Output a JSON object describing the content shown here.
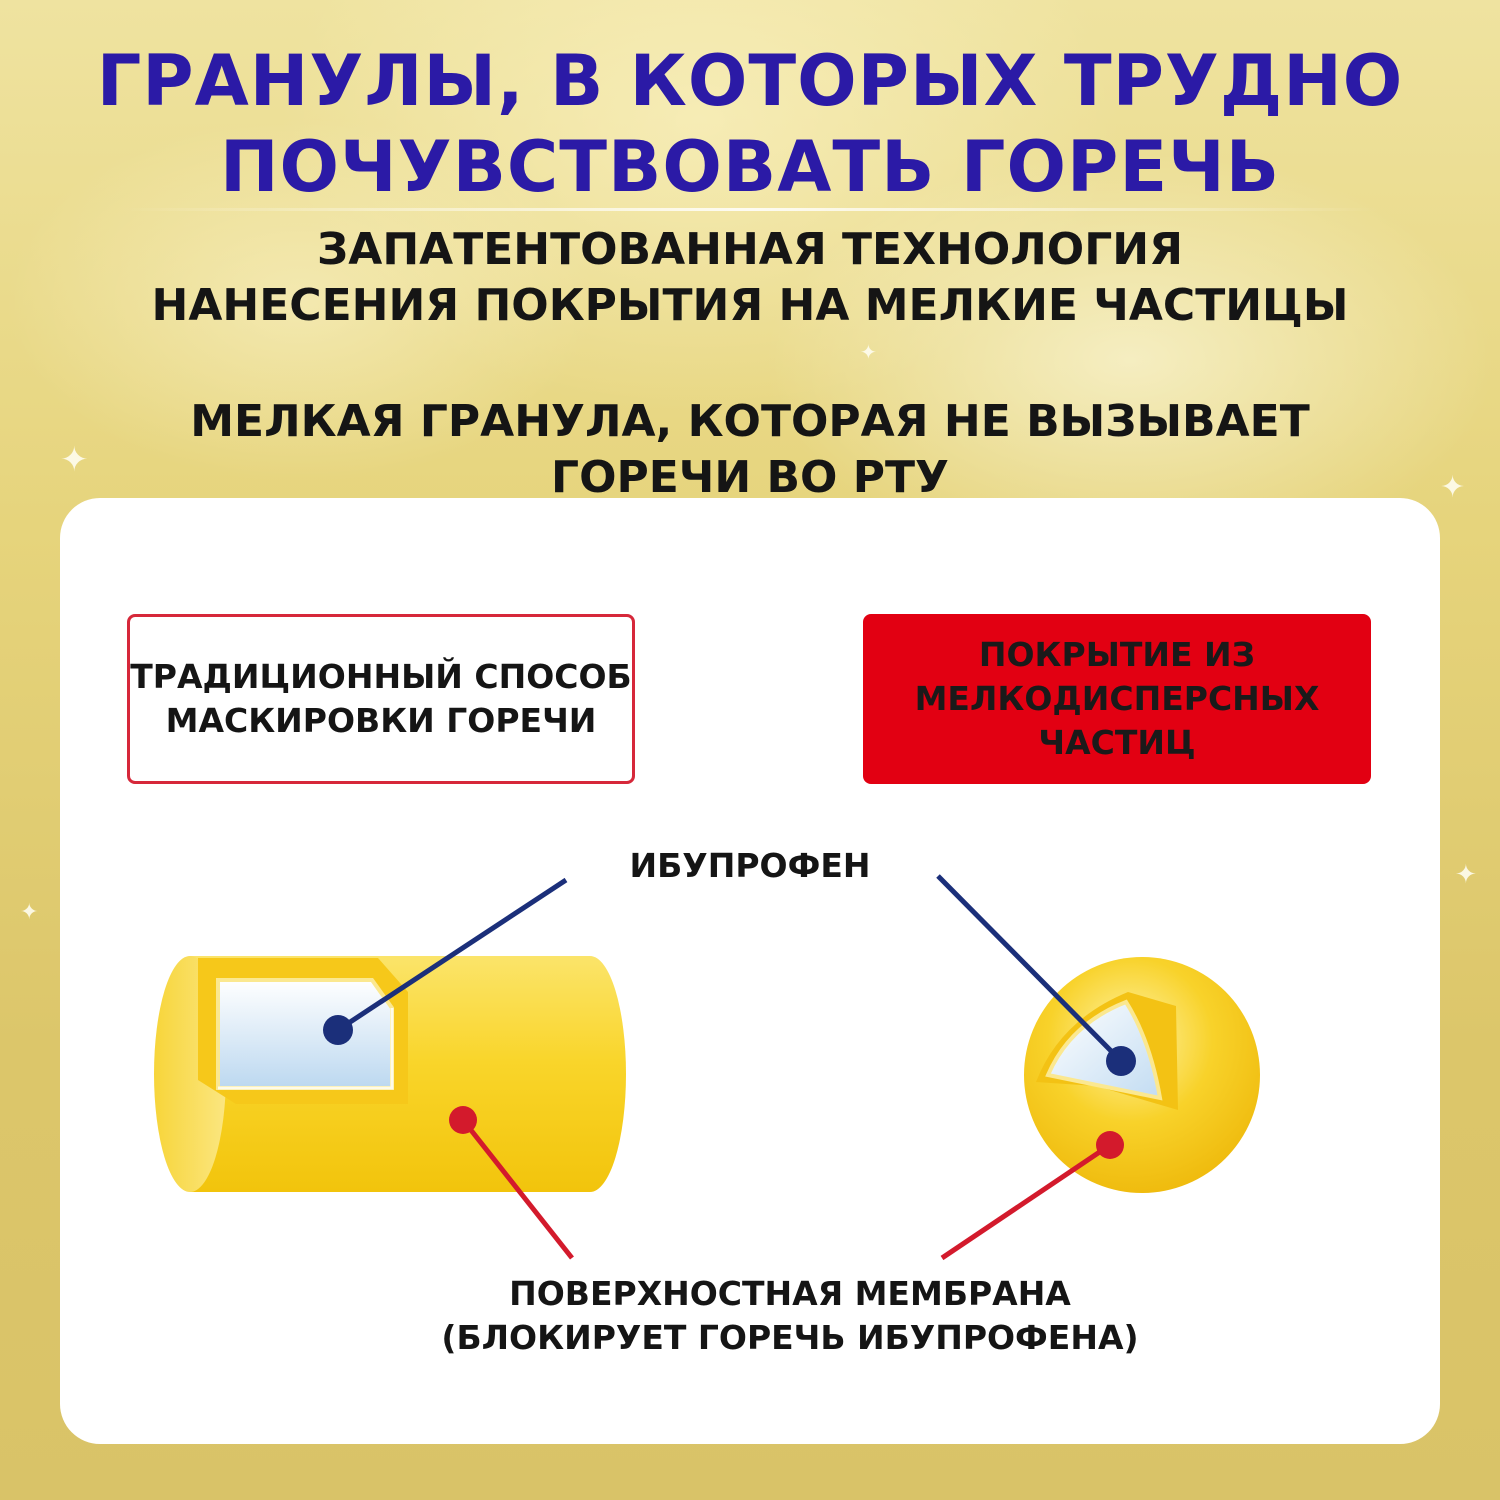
{
  "title": {
    "line1": "ГРАНУЛЫ, В КОТОРЫХ ТРУДНО",
    "line2": "ПОЧУВСТВОВАТЬ ГОРЕЧЬ"
  },
  "subtitle": {
    "line1": "ЗАПАТЕНТОВАННАЯ ТЕХНОЛОГИЯ",
    "line2": "НАНЕСЕНИЯ ПОКРЫТИЯ НА МЕЛКИЕ ЧАСТИЦЫ"
  },
  "tagline": {
    "line1": "МЕЛКАЯ ГРАНУЛА, КОТОРАЯ НЕ ВЫЗЫВАЕТ",
    "line2": "ГОРЕЧИ ВО РТУ"
  },
  "traditional_box": {
    "line1": "ТРАДИЦИОННЫЙ СПОСОБ",
    "line2": "МАСКИРОВКИ ГОРЕЧИ"
  },
  "coating_box": {
    "line1": "ПОКРЫТИЕ ИЗ",
    "line2": "МЕЛКОДИСПЕРСНЫХ",
    "line3": "ЧАСТИЦ"
  },
  "labels": {
    "ibuprofen": "ИБУПРОФЕН",
    "membrane_line1": "ПОВЕРХНОСТНАЯ МЕМБРАНА",
    "membrane_line2": "(БЛОКИРУЕТ ГОРЕЧЬ ИБУПРОФЕНА)"
  },
  "colors": {
    "title_blue": "#2b1aa6",
    "accent_red": "#e20012",
    "leader_blue": "#1b2f7a",
    "leader_red": "#d31a2c",
    "granule_yellow": "#f7d21a",
    "core_blue": "#cfe2f3"
  }
}
